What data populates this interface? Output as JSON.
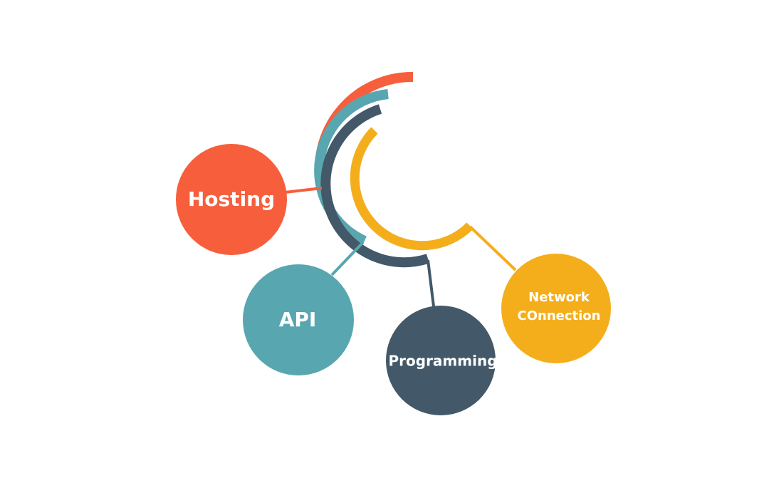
{
  "center": {
    "title": "Web Development"
  },
  "nodes": [
    {
      "key": "hosting",
      "label": "Hosting",
      "color": "#F65E3C"
    },
    {
      "key": "api",
      "label": "API",
      "color": "#58A6B0"
    },
    {
      "key": "programming",
      "label": "Programming",
      "color": "#435868"
    },
    {
      "key": "network",
      "label_line1": "Network",
      "label_line2": "COnnection",
      "color": "#F5AE1B"
    }
  ]
}
